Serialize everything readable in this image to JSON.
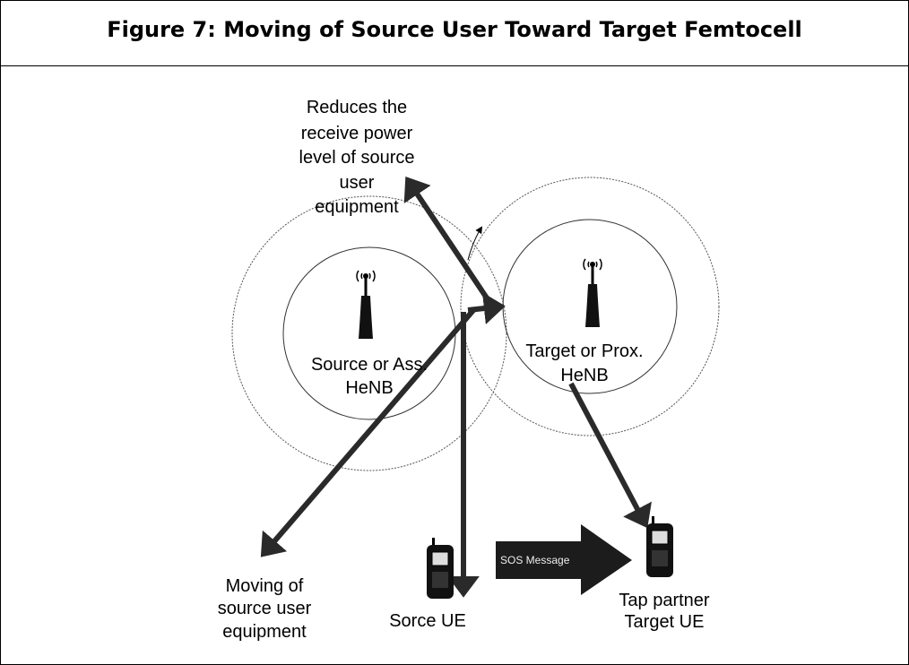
{
  "figure": {
    "title": "Figure 7: Moving of Source User Toward Target Femtocell"
  },
  "labels": {
    "reduces": [
      "Reduces the",
      "receive power",
      "level of source",
      "user",
      "equipment"
    ],
    "source_henb": [
      "Source or Ass.",
      "HeNB"
    ],
    "target_henb": [
      "Target or Prox.",
      "HeNB"
    ],
    "moving": [
      "Moving of",
      "source user",
      "equipment"
    ],
    "source_ue": "Sorce UE",
    "target_ue": [
      "Tap partner",
      "Target UE"
    ],
    "sos_message": "SOS Message"
  },
  "icons": {
    "source_tower": "antenna-tower-icon",
    "target_tower": "antenna-tower-icon",
    "source_phone": "mobile-phone-icon",
    "target_phone": "mobile-phone-icon"
  },
  "colors": {
    "line": "#000000",
    "arrow": "#2a2a2a",
    "sos_arrow": "#1c1c1c"
  }
}
